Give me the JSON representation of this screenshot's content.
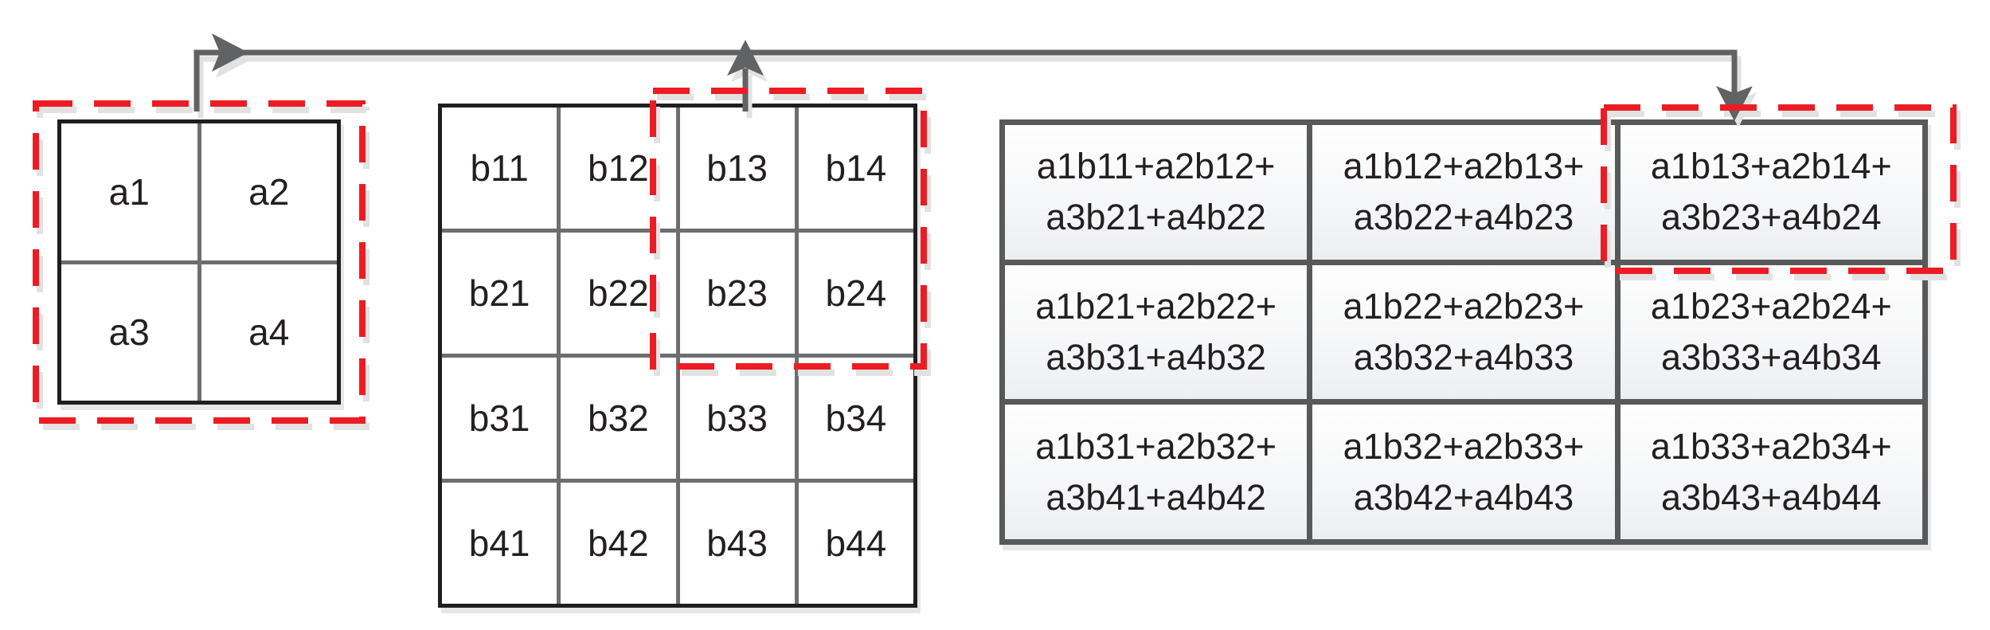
{
  "colors": {
    "red": "#ed1c24",
    "line_gray": "#616264",
    "border_black": "#1f1f1f",
    "divider_gray": "#6d6e70",
    "shadow_gray": "#e2e2e2",
    "text": "#231f20"
  },
  "matrix_a": {
    "cells": [
      "a1",
      "a2",
      "a3",
      "a4"
    ]
  },
  "matrix_b": {
    "rows": [
      [
        "b11",
        "b12",
        "b13",
        "b14"
      ],
      [
        "b21",
        "b22",
        "b23",
        "b24"
      ],
      [
        "b31",
        "b32",
        "b33",
        "b34"
      ],
      [
        "b41",
        "b42",
        "b43",
        "b44"
      ]
    ]
  },
  "matrix_c": {
    "rows": [
      [
        {
          "line1": "a1b11+a2b12+",
          "line2": "a3b21+a4b22"
        },
        {
          "line1": "a1b12+a2b13+",
          "line2": "a3b22+a4b23"
        },
        {
          "line1": "a1b13+a2b14+",
          "line2": "a3b23+a4b24"
        }
      ],
      [
        {
          "line1": "a1b21+a2b22+",
          "line2": "a3b31+a4b32"
        },
        {
          "line1": "a1b22+a2b23+",
          "line2": "a3b32+a4b33"
        },
        {
          "line1": "a1b23+a2b24+",
          "line2": "a3b33+a4b34"
        }
      ],
      [
        {
          "line1": "a1b31+a2b32+",
          "line2": "a3b41+a4b42"
        },
        {
          "line1": "a1b32+a2b33+",
          "line2": "a3b42+a4b43"
        },
        {
          "line1": "a1b33+a2b34+",
          "line2": "a3b43+a4b44"
        }
      ]
    ]
  }
}
